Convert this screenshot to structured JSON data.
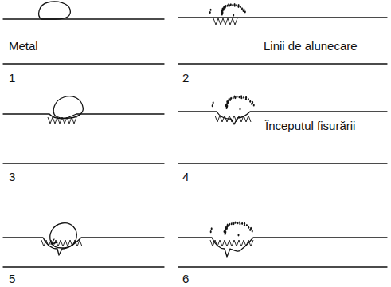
{
  "diagram": {
    "labels": [
      "Metal",
      "1",
      "Linii de alunecare",
      "2",
      "3",
      "Începutul fisurării",
      "4",
      "5",
      "6"
    ]
  }
}
